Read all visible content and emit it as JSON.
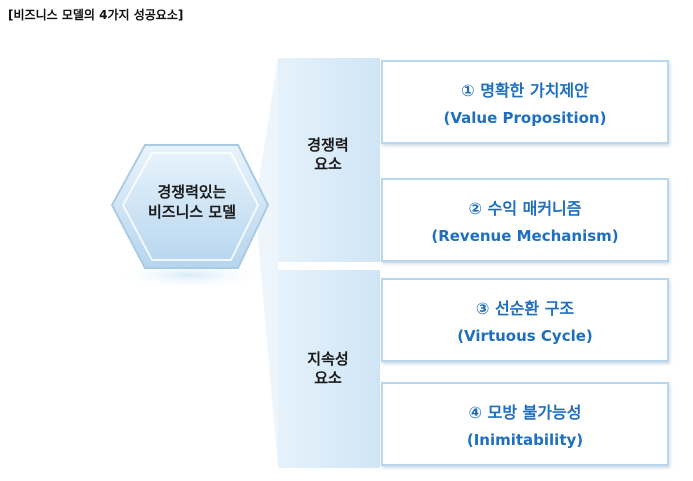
{
  "title": "[비즈니스 모델의 4가지 성공요소]",
  "center": {
    "line1": "경쟁력있는",
    "line2": "비즈니스 모델"
  },
  "groups": [
    {
      "line1": "경쟁력",
      "line2": "요소"
    },
    {
      "line1": "지속성",
      "line2": "요소"
    }
  ],
  "factors": [
    {
      "korean": "① 명확한 가치제안",
      "english": "(Value Proposition)"
    },
    {
      "korean": "② 수익 매커니즘",
      "english": "(Revenue Mechanism)"
    },
    {
      "korean": "③ 선순환 구조",
      "english": "(Virtuous Cycle)"
    },
    {
      "korean": "④ 모방 불가능성",
      "english": "(Inimitability)"
    }
  ],
  "colors": {
    "accent_text": "#1f6fbf",
    "panel_fill": "#dcedf9",
    "box_border": "#b8d7ee"
  }
}
